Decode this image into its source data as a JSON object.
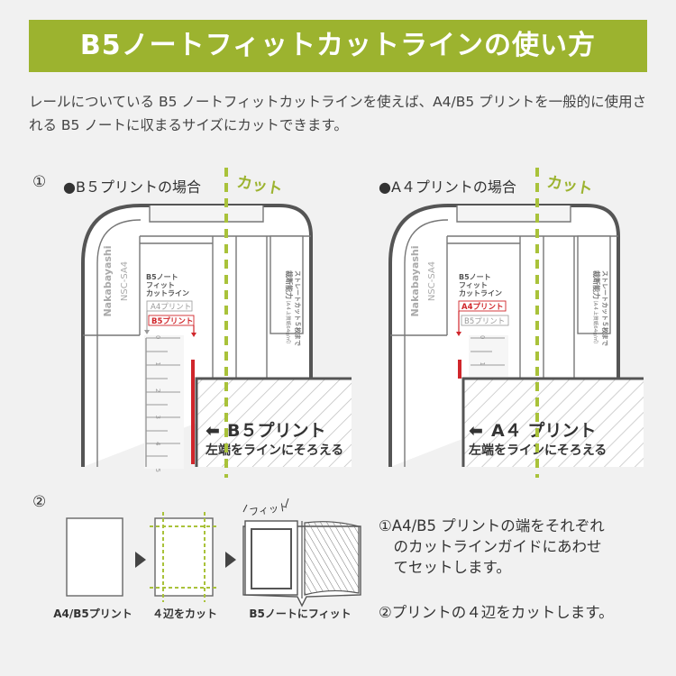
{
  "title": "B5ノートフィットカットラインの使い方",
  "intro": "レールについている B5 ノートフィットカットラインを使えば、A4/B5 プリントを一般的に使用される B5 ノートに収まるサイズにカットできます。",
  "section1": {
    "number": "①",
    "cut_label": "カット",
    "left": {
      "case": "●B５プリントの場合",
      "brand": "Nakabayashi",
      "model": "NSC-SA4",
      "tag_line1": "B5ノート",
      "tag_line2": "フィット",
      "tag_line3": "カットライン",
      "guide_a4": "A4プリント",
      "guide_b5": "B5プリント",
      "spec_line1": "裁断能力",
      "spec_line2": "（A４上質紙64g/㎡）",
      "spec_line3": "ストレートカット５枚まで",
      "paper_title": "B５プリント",
      "paper_sub": "左端をラインにそろえる",
      "scale": [
        "0",
        "1",
        "2",
        "3",
        "4",
        "5"
      ]
    },
    "right": {
      "case": "●A４プリントの場合",
      "brand": "Nakabayashi",
      "model": "NSC-SA4",
      "tag_line1": "B5ノート",
      "tag_line2": "フィット",
      "tag_line3": "カットライン",
      "guide_a4": "A4プリント",
      "guide_b5": "B5プリント",
      "spec_line1": "裁断能力",
      "spec_line2": "（A４上質紙64g/㎡）",
      "spec_line3": "ストレートカット５枚まで",
      "paper_title": "A４ プリント",
      "paper_sub": "左端をラインにそろえる",
      "scale": [
        "0",
        "1"
      ]
    }
  },
  "section2": {
    "number": "②",
    "items": [
      {
        "caption": "A4/B5プリント"
      },
      {
        "caption": "４辺をカット"
      },
      {
        "caption": "B5ノートにフィット",
        "tag": "フィット"
      }
    ]
  },
  "steps": {
    "step1_line1": "①A4/B5 プリントの端をそれぞれ",
    "step1_line2": "　のカットラインガイドにあわせ",
    "step1_line3": "　てセットします。",
    "step2": "②プリントの４辺をカットします。"
  },
  "colors": {
    "accent_green": "#9cb32f",
    "cut_line": "#a9c23a",
    "guide_red": "#d0262b",
    "outline": "#555555"
  }
}
